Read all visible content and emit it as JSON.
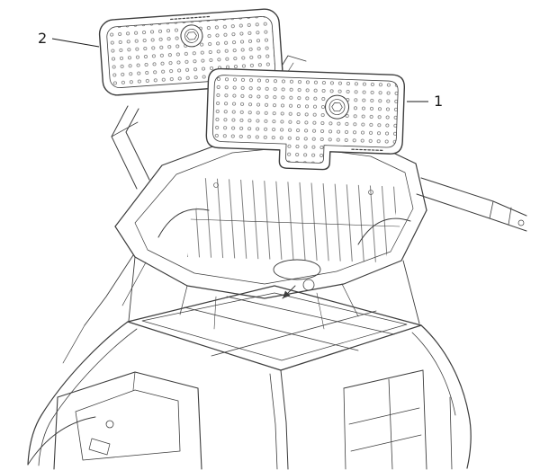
{
  "diagram": {
    "background_color": "#ffffff",
    "line_color": "#3d3d3d",
    "callouts": [
      {
        "label": "2",
        "target": "floor-mat-left"
      },
      {
        "label": "1",
        "target": "floor-mat-right"
      }
    ]
  }
}
